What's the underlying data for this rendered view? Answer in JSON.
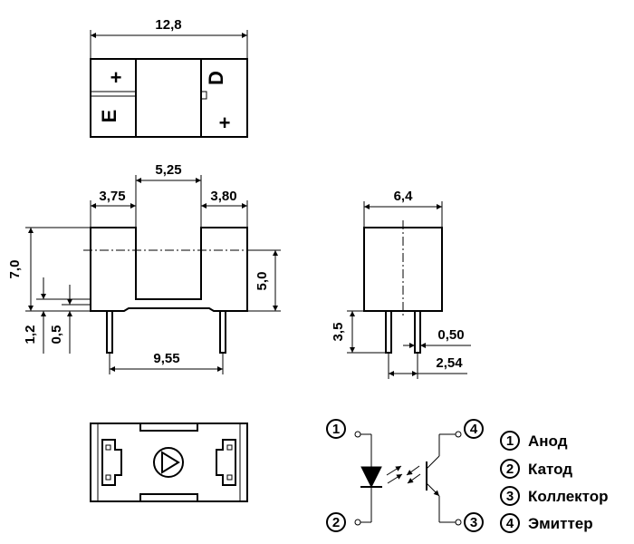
{
  "dimensions": {
    "top_width": "12,8",
    "slot_width": "5,25",
    "left_part": "3,75",
    "right_part": "3,80",
    "height_total": "7,0",
    "height_axis": "5,0",
    "standoff": "1,2",
    "pin_offset": "0,5",
    "pin_span": "9,55",
    "side_width": "6,4",
    "pin_length": "3,5",
    "pin_width": "0,50",
    "pin_pitch": "2,54"
  },
  "top_view": {
    "left_top_mark": "+",
    "left_bottom_mark": "E",
    "right_top_mark": "D",
    "right_bottom_mark": "+"
  },
  "schematic": {
    "pins": [
      "1",
      "2",
      "3",
      "4"
    ]
  },
  "legend": [
    {
      "num": "1",
      "label": "Анод"
    },
    {
      "num": "2",
      "label": "Катод"
    },
    {
      "num": "3",
      "label": "Коллектор"
    },
    {
      "num": "4",
      "label": "Эмиттер"
    }
  ]
}
